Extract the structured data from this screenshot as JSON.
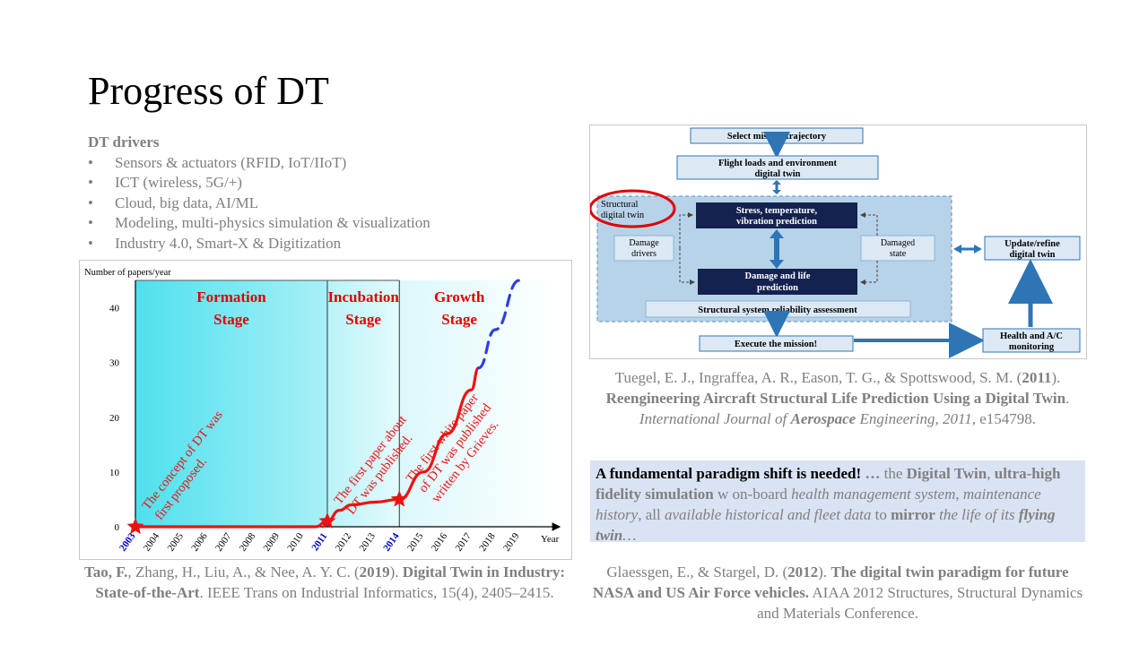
{
  "slide": {
    "title": "Progress of DT"
  },
  "drivers": {
    "heading": "DT drivers",
    "items": [
      "Sensors & actuators (RFID, IoT/IIoT)",
      "ICT (wireless, 5G/+)",
      "Cloud, big data, AI/ML",
      "Modeling, multi-physics simulation & visualization",
      "Industry 4.0, Smart-X & Digitization"
    ]
  },
  "chart_data": {
    "type": "line",
    "ylabel": "Number of papers/year",
    "xlabel": "Year",
    "x": [
      "2003",
      "2004",
      "2005",
      "2006",
      "2007",
      "2008",
      "2009",
      "2010",
      "2011",
      "2012",
      "2013",
      "2014",
      "2015",
      "2016",
      "2017",
      "2018",
      "2019"
    ],
    "highlight_years": [
      "2003",
      "2011",
      "2014"
    ],
    "y_ticks": [
      0,
      10,
      20,
      30,
      40
    ],
    "stages": [
      {
        "name": "Formation Stage",
        "line1": "Formation",
        "line2": "Stage",
        "from": "2003",
        "to": "2011"
      },
      {
        "name": "Incubation Stage",
        "line1": "Incubation",
        "line2": "Stage",
        "from": "2011",
        "to": "2014"
      },
      {
        "name": "Growth Stage",
        "line1": "Growth",
        "line2": "Stage",
        "from": "2014",
        "to": "2019"
      }
    ],
    "series": [
      {
        "x": [
          2003,
          2010.5,
          2011,
          2011.5,
          2012,
          2013,
          2014,
          2015,
          2016,
          2017,
          2017.3
        ],
        "y": [
          0,
          0,
          1,
          3,
          4,
          4.5,
          5,
          10,
          17,
          25,
          29
        ],
        "style": "solid"
      },
      {
        "x": [
          2017.3,
          2018,
          2019
        ],
        "y": [
          29,
          36,
          45
        ],
        "style": "dashed"
      }
    ],
    "milestones": [
      {
        "year": 2003,
        "y": 0,
        "line1": "The concept of DT was",
        "line2": "first proposed."
      },
      {
        "year": 2011,
        "y": 1,
        "line1": "The first paper about",
        "line2": "DT was published."
      },
      {
        "year": 2014,
        "y": 5,
        "line1": "The first white paper",
        "line2": "of DT was published",
        "line3": "written by Grieves."
      }
    ],
    "ylim": [
      0,
      45
    ],
    "colors": {
      "line": "#ee1111",
      "formation": "#66e6f2",
      "incubation": "#c6f6fa",
      "growth": "#e8fbfd",
      "stage_text": "#e00000",
      "milestone_year": "#0000cc"
    }
  },
  "diagram": {
    "nodes": {
      "select": "Select mission trajectory",
      "flight1": "Flight loads and environment",
      "flight2": "digital twin",
      "structural1": "Structural",
      "structural2": "digital twin",
      "stress1": "Stress, temperature,",
      "stress2": "vibration prediction",
      "damage_drivers1": "Damage",
      "damage_drivers2": "drivers",
      "damaged_state1": "Damaged",
      "damaged_state2": "state",
      "damage_life1": "Damage and life",
      "damage_life2": "prediction",
      "reliability": "Structural system reliability assessment",
      "execute": "Execute the mission!",
      "update1": "Update/refine",
      "update2": "digital twin",
      "health1": "Health and A/C",
      "health2": "monitoring"
    }
  },
  "captions": {
    "left": {
      "authors_bold": "Tao, F.",
      "authors_rest": ", Zhang, H., Liu, A., & Nee, A. Y. C. (",
      "year": "2019",
      "after_year": "). ",
      "title": "Digital Twin in Industry: State-of-the-Art",
      "venue": ". IEEE Trans on Industrial Informatics, 15(4), 2405–2415."
    },
    "right": {
      "authors": "Tuegel, E. J., Ingraffea, A. R., Eason, T. G., & Spottswood, S. M. (",
      "year": "2011",
      "after_year": "). ",
      "title": "Reengineering Aircraft Structural Life Prediction Using a Digital Twin",
      "sep": ". ",
      "journal1": "International Journal of ",
      "journal_bold": "Aerospace",
      "journal2": " Engineering",
      "journal3": ", 2011",
      "rest": ", e154798."
    },
    "bottom": {
      "authors": "Glaessgen, E., & Stargel, D. (",
      "year": "2012",
      "after_year": "). ",
      "title": "The digital twin paradigm for future NASA and US Air Force vehicles.",
      "venue": " AIAA 2012 Structures, Structural Dynamics and Materials Conference."
    }
  },
  "callout": {
    "key": "A fundamental paradigm shift is needed!",
    "ellipsis": " …",
    "t1": " the ",
    "dt": "Digital Twin",
    "t2": ", ",
    "uhfs": "ultra-high fidelity simulation",
    "t3": " w on-board ",
    "hm": "health management system",
    "t4": ", ",
    "mh": "maintenance history",
    "t5": ", all ",
    "ahfd": "available historical and fleet data",
    "t6": " to ",
    "mirror": "mirror",
    "t7": " ",
    "lif": "the life of its ",
    "flying": "flying twin",
    "end": "…"
  }
}
